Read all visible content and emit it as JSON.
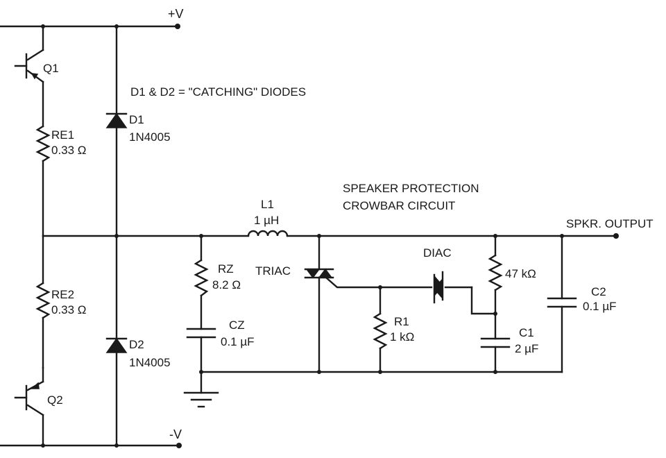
{
  "rails": {
    "positive": "+V",
    "negative": "-V"
  },
  "note": "D1 & D2 = \"CATCHING\" DIODES",
  "title": {
    "line1": "SPEAKER PROTECTION",
    "line2": "CROWBAR CIRCUIT"
  },
  "output_label": "SPKR. OUTPUT",
  "components": {
    "q1": {
      "name": "Q1"
    },
    "q2": {
      "name": "Q2"
    },
    "re1": {
      "name": "RE1",
      "value": "0.33 Ω"
    },
    "re2": {
      "name": "RE2",
      "value": "0.33 Ω"
    },
    "d1": {
      "name": "D1",
      "part": "1N4005"
    },
    "d2": {
      "name": "D2",
      "part": "1N4005"
    },
    "l1": {
      "name": "L1",
      "value": "1 µH"
    },
    "rz": {
      "name": "RZ",
      "value": "8.2 Ω"
    },
    "cz": {
      "name": "CZ",
      "value": "0.1 µF"
    },
    "triac": {
      "name": "TRIAC"
    },
    "diac": {
      "name": "DIAC"
    },
    "r1": {
      "name": "R1",
      "value": "1 kΩ"
    },
    "r47": {
      "value": "47 kΩ"
    },
    "c1": {
      "name": "C1",
      "value": "2 µF"
    },
    "c2": {
      "name": "C2",
      "value": "0.1 µF"
    }
  }
}
